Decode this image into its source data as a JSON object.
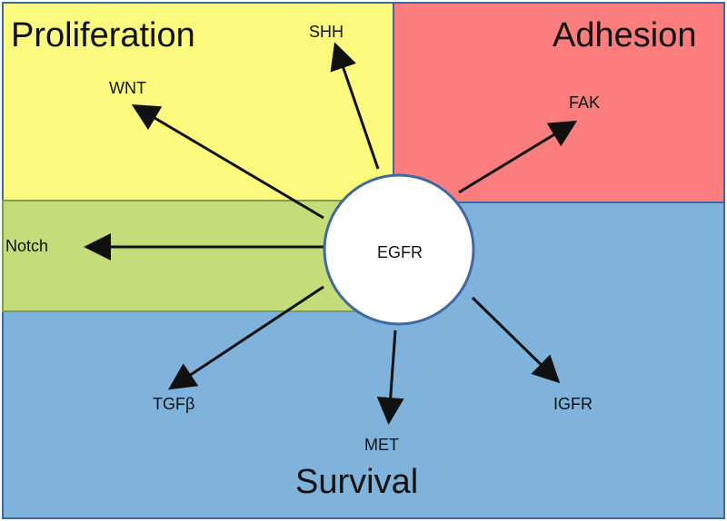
{
  "regions": {
    "proliferation": "Proliferation",
    "adhesion": "Adhesion",
    "survival": "Survival"
  },
  "center": "EGFR",
  "targets": {
    "shh": "SHH",
    "wnt": "WNT",
    "fak": "FAK",
    "notch": "Notch",
    "tgfb": "TGFβ",
    "met": "MET",
    "igfr": "IGFR"
  },
  "colors": {
    "proliferation": "#fcfa7e",
    "adhesion": "#fb7d7d",
    "survival": "#7fb3dc",
    "overlap": "#c5dc7a",
    "border": "#3f69a0"
  }
}
